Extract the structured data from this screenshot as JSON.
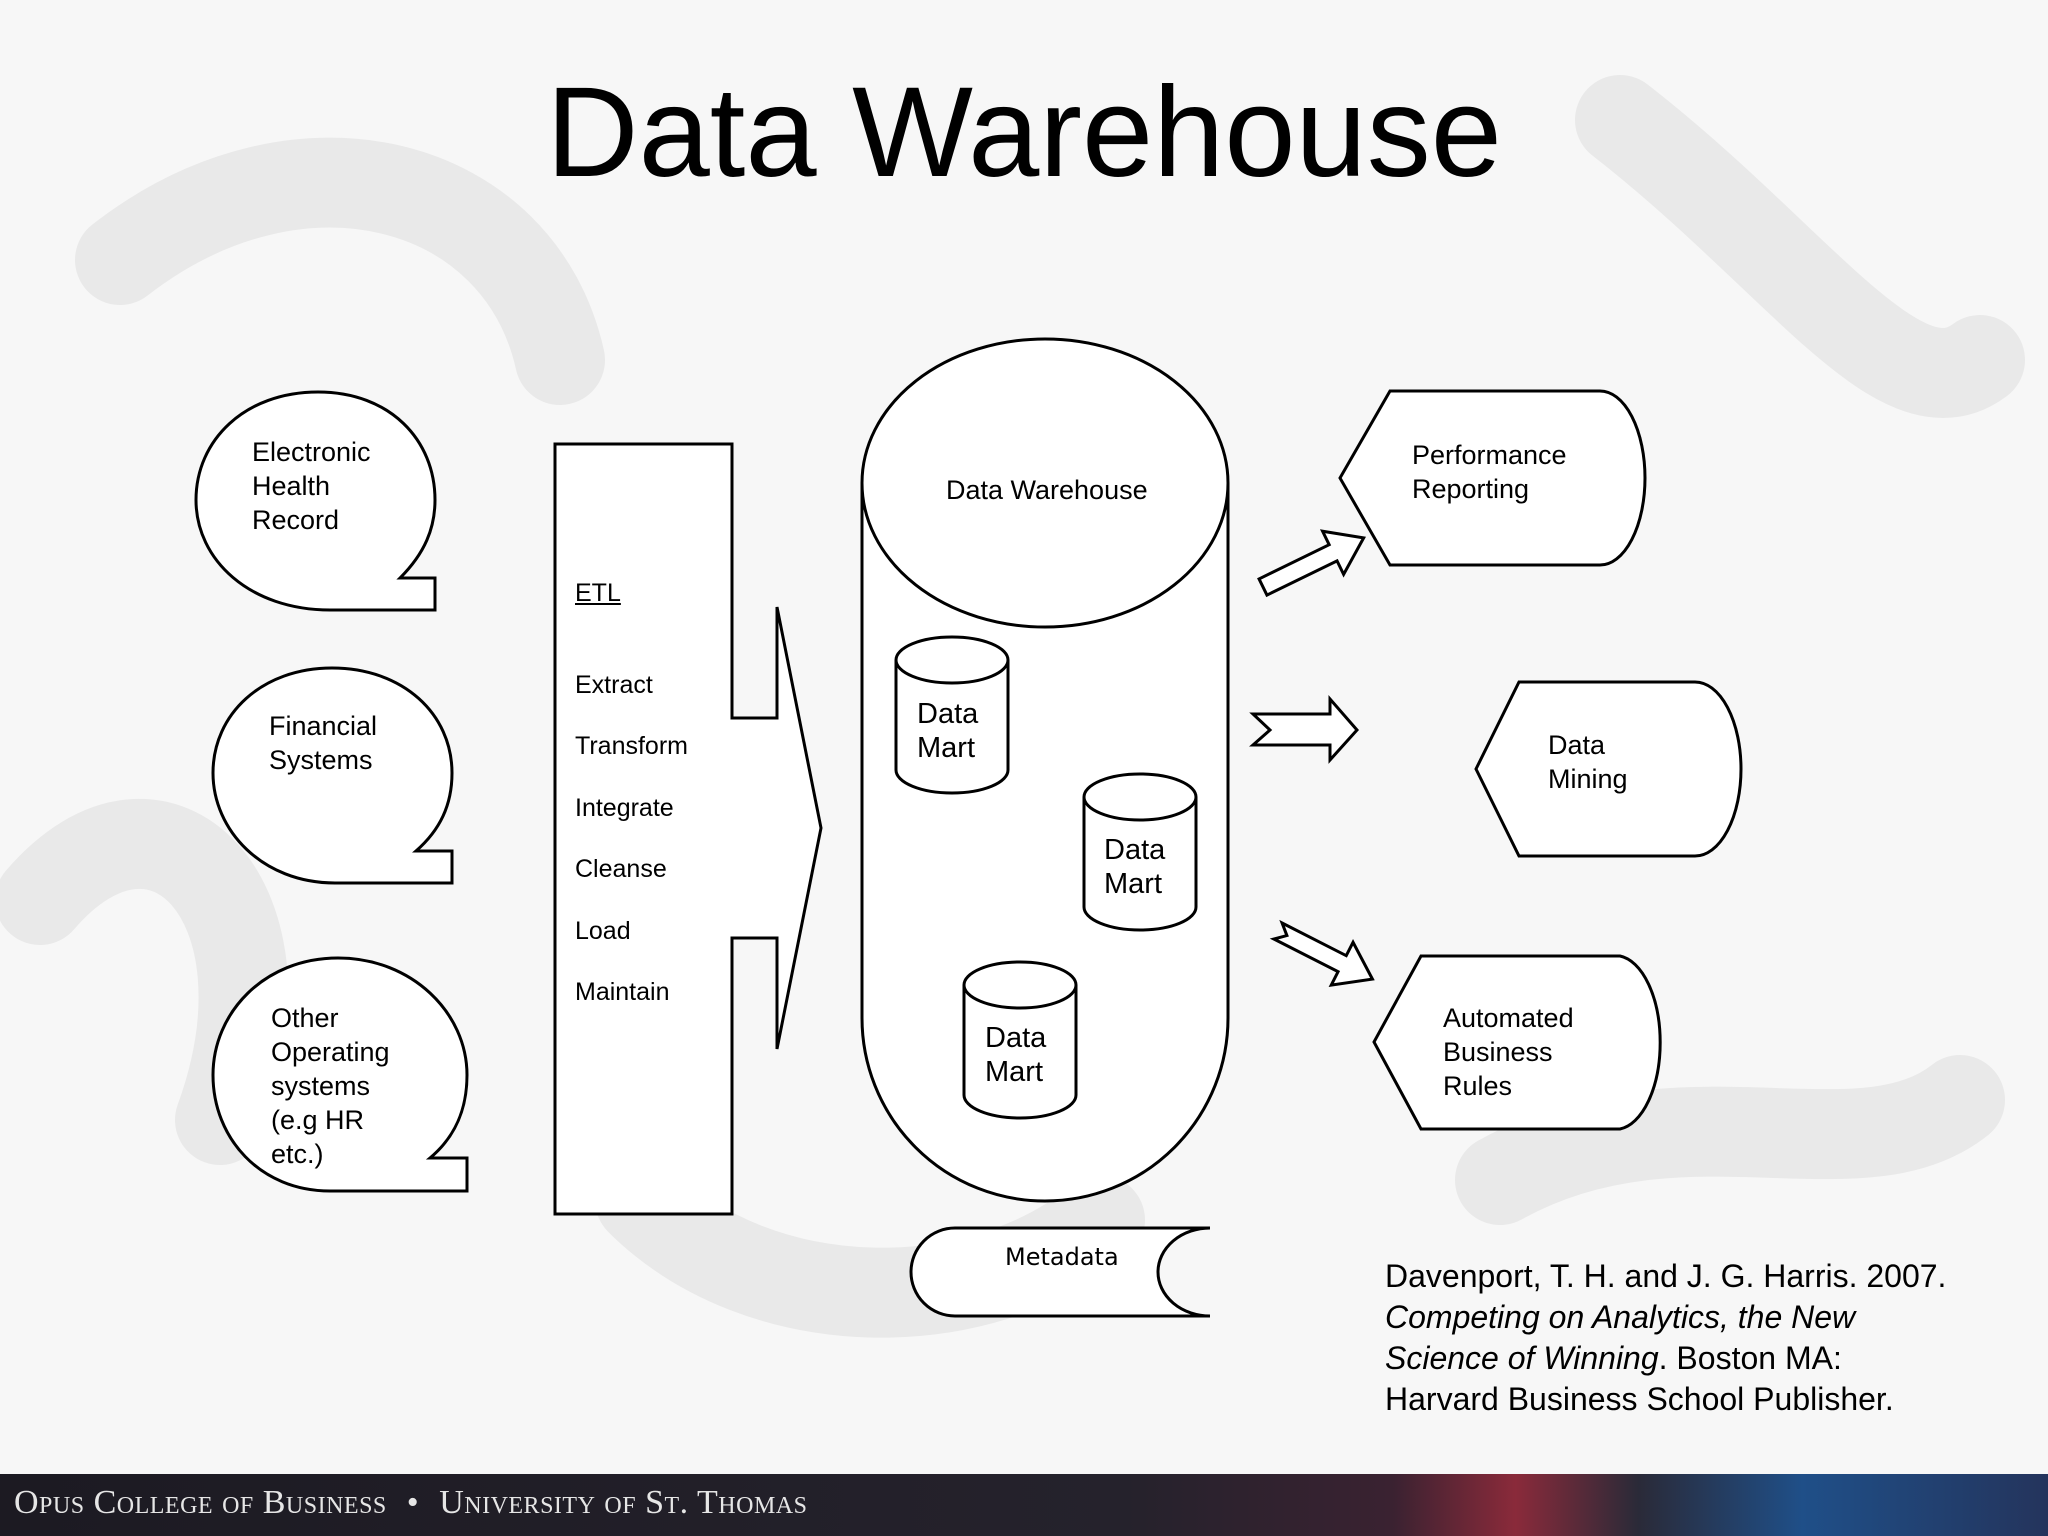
{
  "title": "Data Warehouse",
  "sources": [
    {
      "id": "ehr",
      "lines": [
        "Electronic",
        "Health",
        "Record"
      ]
    },
    {
      "id": "financial",
      "lines": [
        "Financial",
        "Systems"
      ]
    },
    {
      "id": "other",
      "lines": [
        "Other",
        "Operating",
        "systems",
        "(e.g HR",
        "etc.)"
      ]
    }
  ],
  "etl": {
    "title": "ETL",
    "steps": [
      "Extract",
      "Transform",
      "Integrate",
      "Cleanse",
      "Load",
      "Maintain"
    ]
  },
  "warehouse": {
    "label": "Data Warehouse",
    "data_marts": [
      {
        "lines": [
          "Data",
          "Mart"
        ]
      },
      {
        "lines": [
          "Data",
          "Mart"
        ]
      },
      {
        "lines": [
          "Data",
          "Mart"
        ]
      }
    ],
    "metadata_label": "Metadata"
  },
  "outputs": [
    {
      "id": "performance",
      "lines": [
        "Performance",
        "Reporting"
      ]
    },
    {
      "id": "mining",
      "lines": [
        "Data",
        "Mining"
      ]
    },
    {
      "id": "rules",
      "lines": [
        "Automated",
        "Business",
        "Rules"
      ]
    }
  ],
  "citation": {
    "line1": "Davenport, T. H. and J. G. Harris. 2007.",
    "line2": "Competing on Analytics, the New",
    "line3_italic": "Science of Winning",
    "line3_rest": ". Boston MA:",
    "line4": "Harvard Business School Publisher."
  },
  "footer": {
    "left": "Opus College of Business",
    "bullet": "•",
    "right": "University of St. Thomas"
  },
  "colors": {
    "background": "#f7f7f7",
    "stroke": "#000000",
    "shape_fill": "#ffffff",
    "footer": "#1c1a22"
  }
}
